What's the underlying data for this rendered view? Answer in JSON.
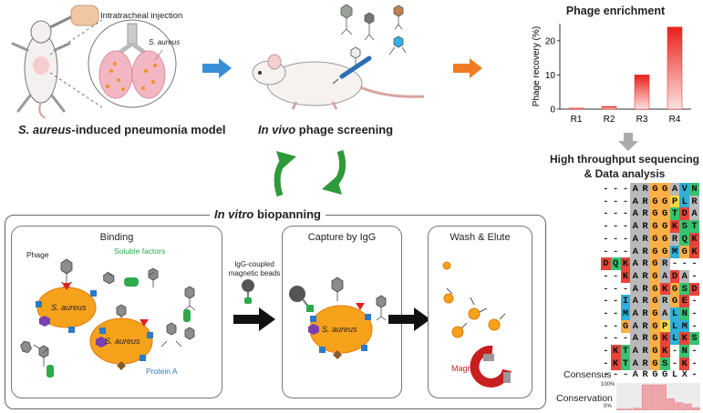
{
  "top": {
    "model_caption_italic": "S. aureus",
    "model_caption_rest": "-induced pneumonia model",
    "injection_label": "Intratracheal injection",
    "lung_bacteria_label": "S. aureus",
    "screening_italic": "In vivo",
    "screening_rest": " phage screening"
  },
  "enrichment": {
    "title": "Phage enrichment",
    "ylabel": "Phage  recovery (%)"
  },
  "chart_data": {
    "type": "bar",
    "title": "Phage enrichment",
    "xlabel": "",
    "ylabel": "Phage  recovery (%)",
    "categories": [
      "R1",
      "R2",
      "R3",
      "R4"
    ],
    "values": [
      0.3,
      0.8,
      10,
      24
    ],
    "ylim": [
      0,
      25
    ],
    "yticks": [
      0,
      10,
      20
    ],
    "grid": false
  },
  "sequencing": {
    "title_line1": "High throughput sequencing",
    "title_line2": "& Data analysis",
    "rows": [
      "---ARGGAVN",
      "---ARGGPLR",
      "---ARGGTDA",
      "---ARGGKST",
      "---ARGGRQK",
      "---ARGGMGK",
      "DQKARGR---",
      "--KARGADA-",
      "---ARGKGSD",
      "--IARGRGE-",
      "--MARGALN-",
      "--GARGPLM-",
      "---ARGKLKS",
      "-KTARGK-N-",
      "-KTARGS-K-"
    ],
    "consensus_label": "Consensus",
    "consensus": "---ARGGLX-",
    "conservation_label": "Conservation",
    "cons_top": "100%",
    "cons_bottom": "0%",
    "conservation": [
      0.05,
      0.05,
      0.08,
      1.0,
      1.0,
      1.0,
      0.45,
      0.3,
      0.25,
      0.1
    ]
  },
  "biopanning": {
    "title_italic": "In vitro",
    "title_rest": " biopanning",
    "binding": {
      "title": "Binding",
      "phage": "Phage",
      "soluble": "Soluble factors",
      "bacterium": "S. aureus",
      "protein_a": "Protein A"
    },
    "beads": {
      "line1": "IgG-coupled",
      "line2": "magnetic beads"
    },
    "capture": {
      "title": "Capture by IgG",
      "bacterium": "S. aureus"
    },
    "wash": {
      "title": "Wash & Elute",
      "magnet": "Magnet"
    }
  },
  "colors": {
    "arrow_blue": "#3a8fd6",
    "arrow_orange": "#f07b22",
    "arrow_green": "#2e9a3a",
    "bar_red": "#e8201a",
    "bacterium": "#f7a21b",
    "soluble_green": "#2eaa4a",
    "protein_a_blue": "#2a7ac8",
    "magnet_red": "#c81e1e"
  }
}
